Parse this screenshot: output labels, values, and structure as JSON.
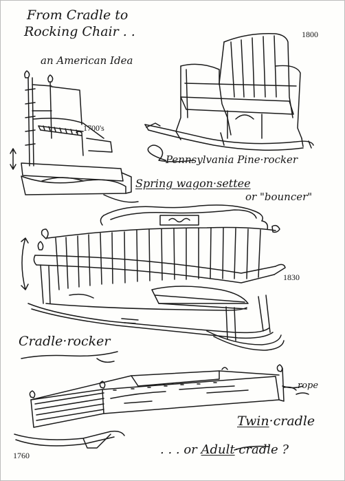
{
  "title": {
    "line1": "From Cradle to",
    "line2": "Rocking Chair . .",
    "line3": "an American Idea"
  },
  "labels": {
    "pennsylvania": {
      "date": "1800",
      "name": "Pennsylvania Pine·rocker"
    },
    "settee": {
      "date": "1700's",
      "name": "Spring wagon·settee",
      "alt": "or \"bouncer\""
    },
    "cradle_rocker": {
      "date": "1830",
      "name": "Cradle·rocker"
    },
    "twin_cradle": {
      "date": "1760",
      "rope": "rope",
      "name_a": "Twin",
      "name_b": "·cradle",
      "or_prefix": ". . . or",
      "alt_a": "Adult",
      "alt_b": "·cradle ?"
    }
  },
  "colors": {
    "ink": "#161616",
    "paper": "#fefefc"
  }
}
